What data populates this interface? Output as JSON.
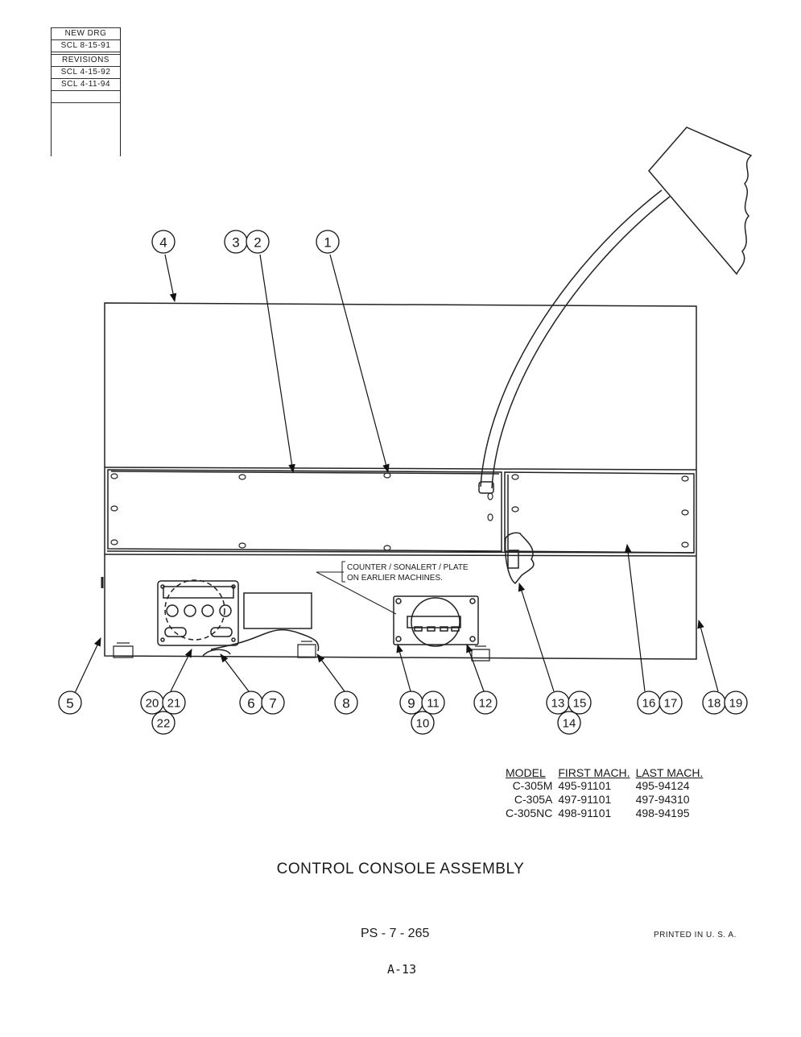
{
  "revision_block": {
    "new_drawing_label": "NEW DRG",
    "new_drawing_entry": "SCL 8-15-91",
    "revisions_label": "REVISIONS",
    "revisions": [
      "SCL 4-15-92",
      "SCL 4-11-94"
    ]
  },
  "callouts": {
    "c1": "1",
    "c2": "2",
    "c3": "3",
    "c4": "4",
    "c5": "5",
    "c6": "6",
    "c7": "7",
    "c8": "8",
    "c9": "9",
    "c10": "10",
    "c11": "11",
    "c12": "12",
    "c13": "13",
    "c14": "14",
    "c15": "15",
    "c16": "16",
    "c17": "17",
    "c18": "18",
    "c19": "19",
    "c20": "20",
    "c21": "21",
    "c22": "22"
  },
  "note": {
    "line1": "COUNTER / SONALERT / PLATE",
    "line2": "ON EARLIER MACHINES."
  },
  "model_table": {
    "headers": [
      "MODEL",
      "FIRST MACH.",
      "LAST MACH."
    ],
    "rows": [
      [
        "C-305M",
        "495-91101",
        "495-94124"
      ],
      [
        "C-305A",
        "497-91101",
        "497-94310"
      ],
      [
        "C-305NC",
        "498-91101",
        "498-94195"
      ]
    ]
  },
  "title": "CONTROL CONSOLE ASSEMBLY",
  "part_number": "PS - 7 - 265",
  "printed": "PRINTED IN U. S. A.",
  "page": "A-13"
}
